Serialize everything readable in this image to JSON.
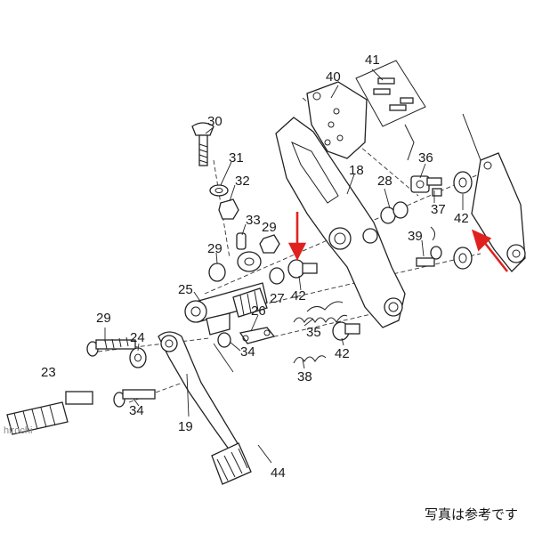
{
  "watermark": "hirochi",
  "note": "写真は参考です",
  "arrow_color": "#e0221f",
  "callouts": {
    "p18": "18",
    "p19": "19",
    "p23": "23",
    "p24": "24",
    "p25": "25",
    "p26": "26",
    "p27": "27",
    "p28": "28",
    "p29a": "29",
    "p29b": "29",
    "p29c": "29",
    "p30": "30",
    "p31": "31",
    "p32": "32",
    "p33": "33",
    "p34a": "34",
    "p34b": "34",
    "p35": "35",
    "p36": "36",
    "p37": "37",
    "p38": "38",
    "p39": "39",
    "p40": "40",
    "p41": "41",
    "p42a": "42",
    "p42b": "42",
    "p42c": "42",
    "p44": "44"
  }
}
